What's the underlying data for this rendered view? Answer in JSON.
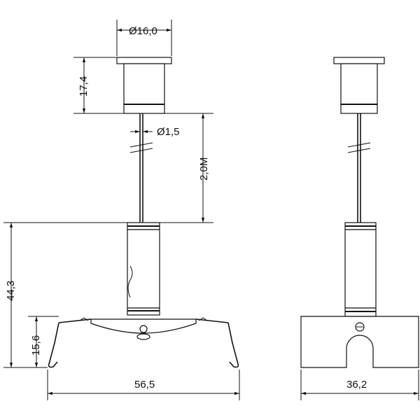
{
  "drawing": {
    "front_view": {
      "dim_top_diameter": "Ø16,0",
      "dim_cap_height": "17,4",
      "dim_wire_diameter": "Ø1,5",
      "dim_wire_length": "2,0M",
      "dim_total_height": "44,3",
      "dim_clip_height": "15,6",
      "dim_width": "56,5"
    },
    "side_view": {
      "dim_width": "36,2"
    }
  }
}
